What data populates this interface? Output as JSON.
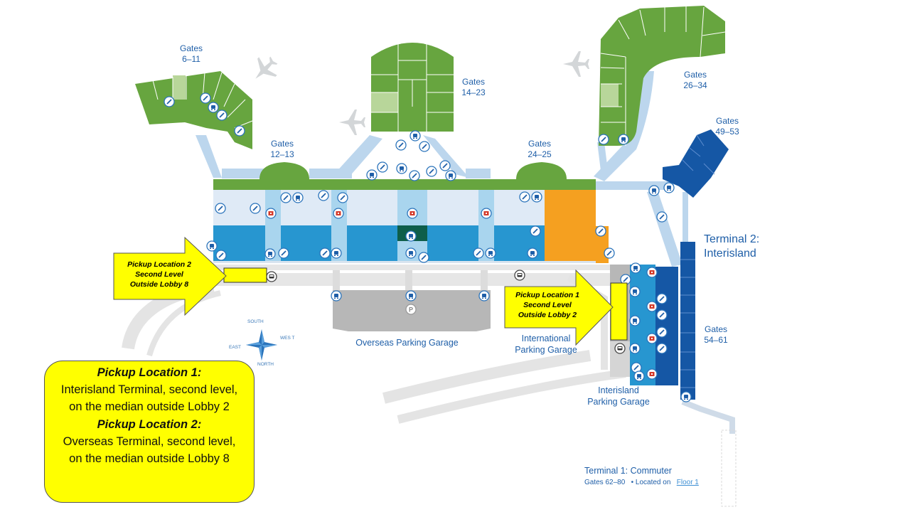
{
  "gates": {
    "g6_11": {
      "line1": "Gates",
      "line2": "6–11"
    },
    "g14_23": {
      "line1": "Gates",
      "line2": "14–23"
    },
    "g26_34": {
      "line1": "Gates",
      "line2": "26–34"
    },
    "g12_13": {
      "line1": "Gates",
      "line2": "12–13"
    },
    "g24_25": {
      "line1": "Gates",
      "line2": "24–25"
    },
    "g49_53": {
      "line1": "Gates",
      "line2": "49–53"
    },
    "g54_61": {
      "line1": "Gates",
      "line2": "54–61"
    }
  },
  "terminal2": {
    "line1": "Terminal 2:",
    "line2": "Interisland"
  },
  "garages": {
    "overseas": "Overseas Parking Garage",
    "international": {
      "line1": "International",
      "line2": "Parking Garage"
    },
    "interisland": {
      "line1": "Interisland",
      "line2": "Parking Garage"
    }
  },
  "compass": {
    "south": "SOUTH",
    "west": "WES T",
    "east": "EAST",
    "north": "NORTH"
  },
  "arrows": {
    "pickup2": {
      "line1": "Pickup Location 2",
      "line2": "Second Level",
      "line3": "Outside Lobby 8"
    },
    "pickup1": {
      "line1": "Pickup Location 1",
      "line2": "Second Level",
      "line3": "Outside Lobby 2"
    }
  },
  "info_box": {
    "heading1": "Pickup Location 1:",
    "text1": "Interisland Terminal, second level, on the median outside Lobby 2",
    "heading2": "Pickup Location 2:",
    "text2": "Overseas Terminal, second level, on the median outside Lobby 8"
  },
  "commuter": {
    "title": "Terminal 1: Commuter",
    "gates": "Gates 62–80",
    "located_on": "• Located on",
    "floor_link": "Floor 1"
  },
  "colors": {
    "green": "#67a53f",
    "light_blue": "#dfeaf6",
    "mid_blue": "#2796d0",
    "dark_blue": "#1557a5",
    "orange": "#f5a020",
    "grey": "#b7b7b7",
    "highlight_yellow": "#ffff00"
  },
  "icons": [
    "restroom-icon",
    "dining-icon",
    "baggage-icon",
    "shuttle-icon",
    "parking-icon",
    "airplane-icon"
  ]
}
